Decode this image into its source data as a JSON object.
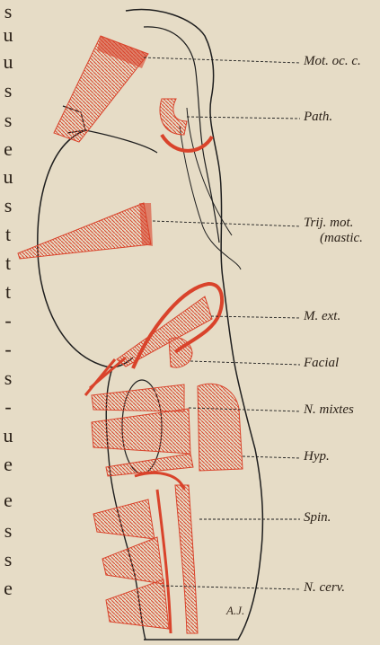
{
  "margin_text": [
    "s",
    "u",
    "u",
    "s",
    "s",
    "e",
    "u",
    "s",
    "t",
    "t",
    "t",
    "-",
    "-",
    "s",
    "-",
    "u",
    "e",
    "e",
    "s",
    "s",
    "e"
  ],
  "labels": {
    "mot_oc": "Mot. oc. c.",
    "path": "Path.",
    "trij_line1": "Trij. mot.",
    "trij_line2": "(mastic.",
    "m_ext": "M. ext.",
    "facial": "Facial",
    "n_mixtes": "N. mixtes",
    "hyp": "Hyp.",
    "spin": "Spin.",
    "n_cerv": "N. cerv."
  },
  "signature": "A.J.",
  "colors": {
    "paper": "#e6dcc6",
    "nerve": "#d9432b",
    "outline": "#1e1e1e"
  }
}
